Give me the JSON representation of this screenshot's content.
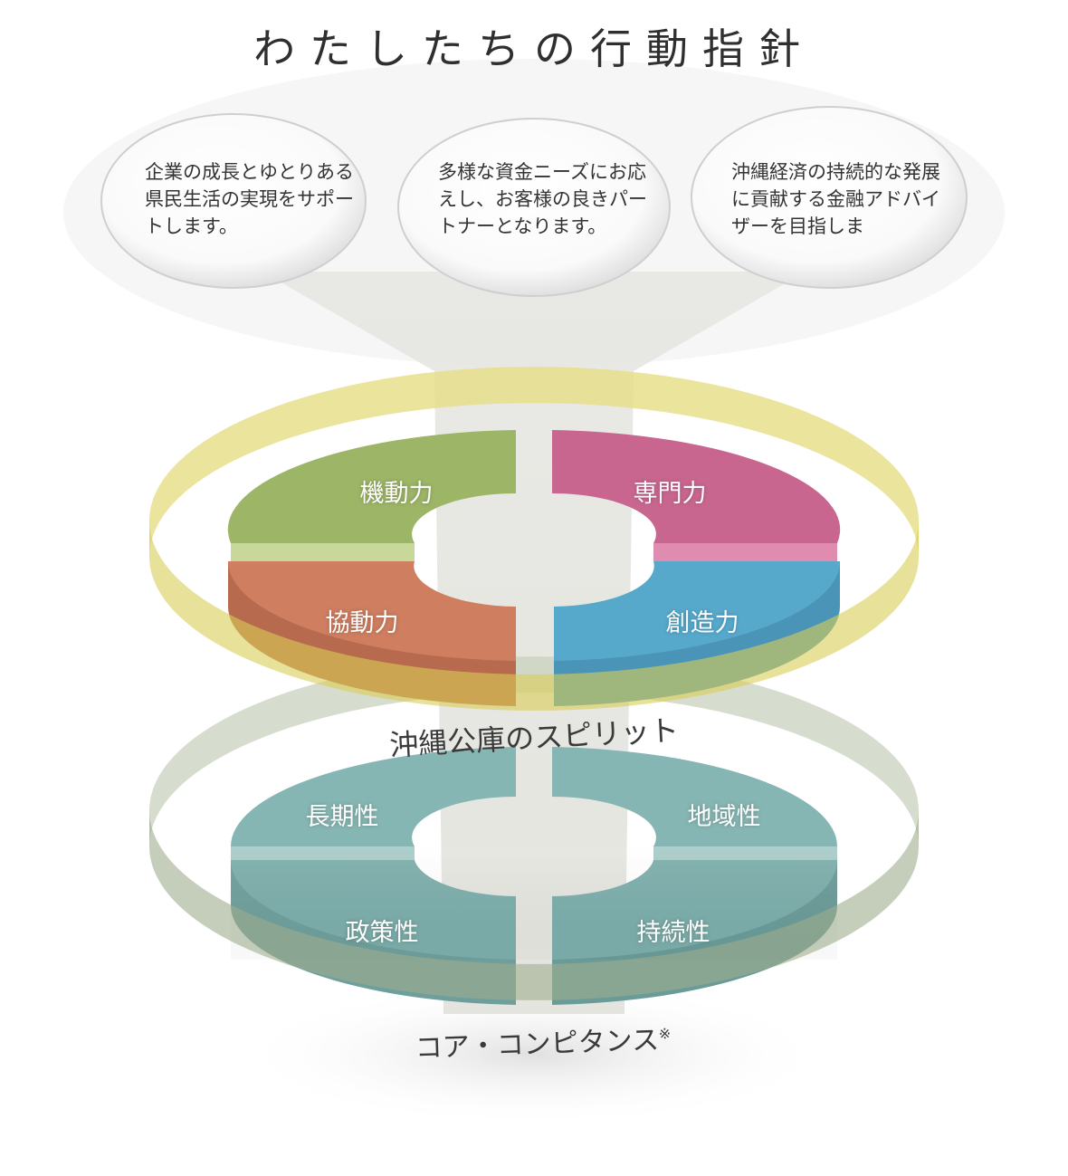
{
  "title": "わたしたちの行動指針",
  "principles": [
    {
      "text": "企業の成長とゆとりある県民生活の実現をサポートします。"
    },
    {
      "text": "多様な資金ニーズにお応えし、お客様の良きパートナーとなります。"
    },
    {
      "text": "沖縄経済の持続的な発展に貢献する金融アドバイザーを目指しま"
    }
  ],
  "spirit": {
    "label": "沖縄公庫のスピリット",
    "ring_color": "#dcd36a",
    "segments": [
      {
        "label": "機動力",
        "color": "#9db567"
      },
      {
        "label": "専門力",
        "color": "#c96690"
      },
      {
        "label": "協動力",
        "color": "#cf7e60"
      },
      {
        "label": "創造力",
        "color": "#57a9cc"
      }
    ]
  },
  "core": {
    "label": "コア・コンピタンス",
    "note_mark": "※",
    "ring_color": "#b3c0a6",
    "segment_color": "#7fb0ad",
    "segments": [
      {
        "label": "長期性"
      },
      {
        "label": "地域性"
      },
      {
        "label": "政策性"
      },
      {
        "label": "持続性"
      }
    ]
  }
}
